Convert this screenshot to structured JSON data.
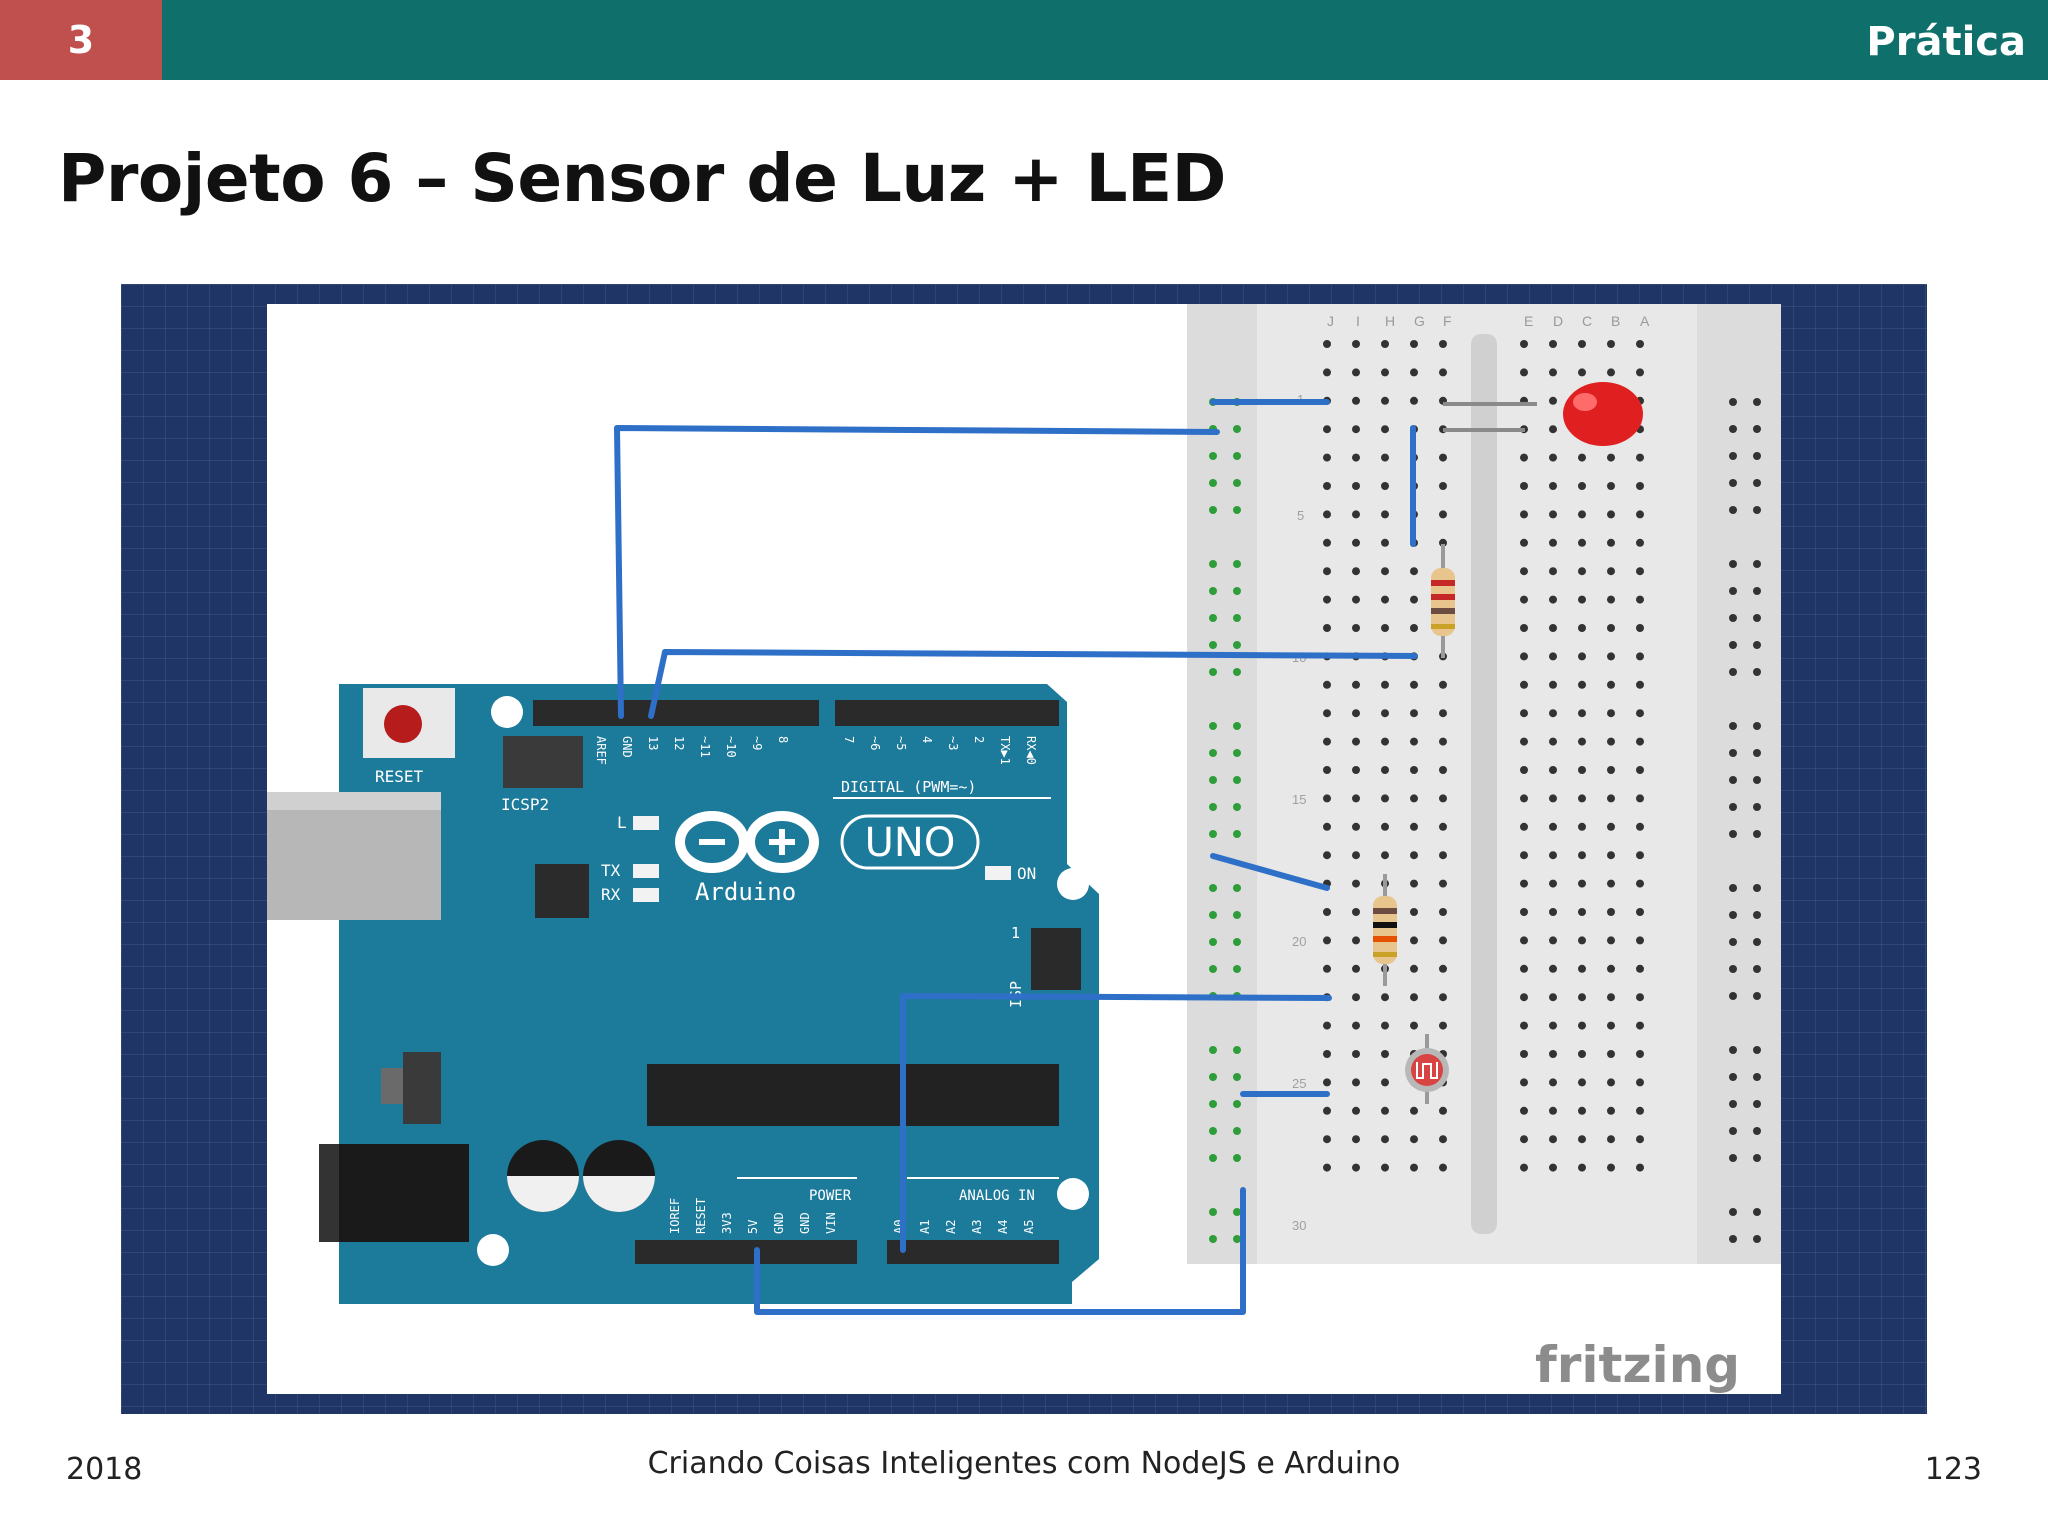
{
  "header": {
    "section_number": "3",
    "section_title": "Prática",
    "colors": {
      "bar": "#0f6f6b",
      "section_box": "#c0504d"
    }
  },
  "slide": {
    "title": "Projeto 6 – Sensor de Luz + LED"
  },
  "diagram": {
    "watermark": "fritzing",
    "board": {
      "logo_text": "UNO",
      "brand": "Arduino",
      "reset_label": "RESET",
      "icsp2_label": "ICSP2",
      "icsp_label": "ISP",
      "icsp_pin1": "1",
      "digital_label": "DIGITAL (PWM=~)",
      "power_label": "POWER",
      "analog_label": "ANALOG IN",
      "led_labels": [
        "L",
        "TX",
        "RX",
        "ON"
      ],
      "header_pins_top": [
        "AREF",
        "GND",
        "13",
        "12",
        "~11",
        "~10",
        "~9",
        "8",
        "7",
        "~6",
        "~5",
        "4",
        "~3",
        "2",
        "TX▶1",
        "RX◀0"
      ],
      "header_pins_bottom": [
        "IOREF",
        "RESET",
        "3V3",
        "5V",
        "GND",
        "GND",
        "VIN",
        "A0",
        "A1",
        "A2",
        "A3",
        "A4",
        "A5"
      ]
    },
    "breadboard": {
      "column_letters_left": [
        "J",
        "I",
        "H",
        "G",
        "F"
      ],
      "column_letters_right": [
        "E",
        "D",
        "C",
        "B",
        "A"
      ],
      "row_numbers": [
        "1",
        "5",
        "10",
        "15",
        "20",
        "25",
        "30"
      ]
    },
    "components": [
      "led-red",
      "resistor",
      "resistor",
      "photoresistor"
    ],
    "colors": {
      "board": "#1c7a9a",
      "wire": "#2e6fc8",
      "led": "#e02020",
      "background": "#1f3566"
    }
  },
  "footer": {
    "year": "2018",
    "course": "Criando Coisas Inteligentes com NodeJS e Arduino",
    "page": "123"
  }
}
